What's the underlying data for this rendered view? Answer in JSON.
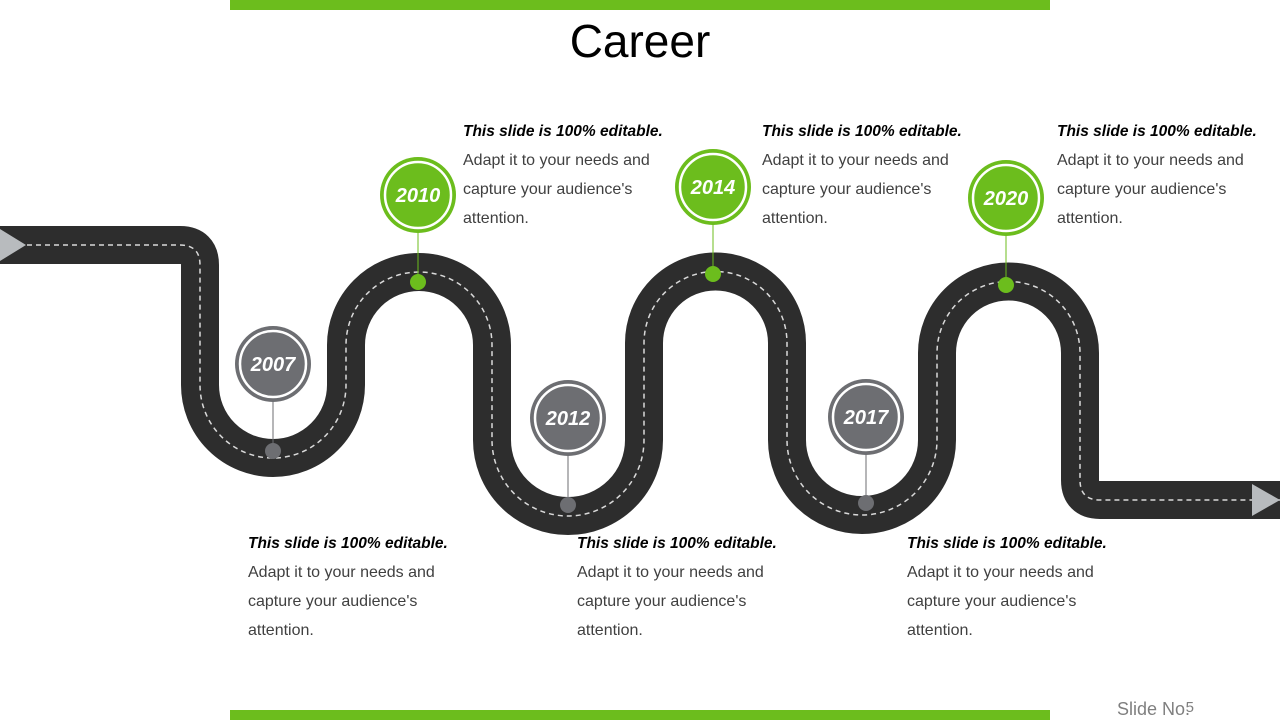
{
  "title": "Career",
  "colors": {
    "accent_green": "#6cbd1d",
    "milestone_gray": "#6d6e72",
    "road": "#2d2d2d",
    "arrow": "#b8bbbe"
  },
  "milestones": [
    {
      "year": "2007",
      "color": "gray",
      "heading": "This slide is 100% editable.",
      "body": "Adapt it to your needs and capture your audience's attention."
    },
    {
      "year": "2010",
      "color": "green",
      "heading": "This slide is 100% editable.",
      "body": "Adapt it to your needs and capture your audience's attention."
    },
    {
      "year": "2012",
      "color": "gray",
      "heading": "This slide is 100% editable.",
      "body": "Adapt it to your needs and capture your audience's attention."
    },
    {
      "year": "2014",
      "color": "green",
      "heading": "This slide is 100% editable.",
      "body": "Adapt it to your needs and capture your audience's attention."
    },
    {
      "year": "2017",
      "color": "gray",
      "heading": "This slide is 100% editable.",
      "body": "Adapt it to your needs and capture your audience's attention."
    },
    {
      "year": "2020",
      "color": "green",
      "heading": "This slide is 100% editable.",
      "body": "Adapt it to your needs and capture your audience's attention."
    }
  ],
  "footer": {
    "slide_label": "Slide No.",
    "slide_number": "5"
  }
}
